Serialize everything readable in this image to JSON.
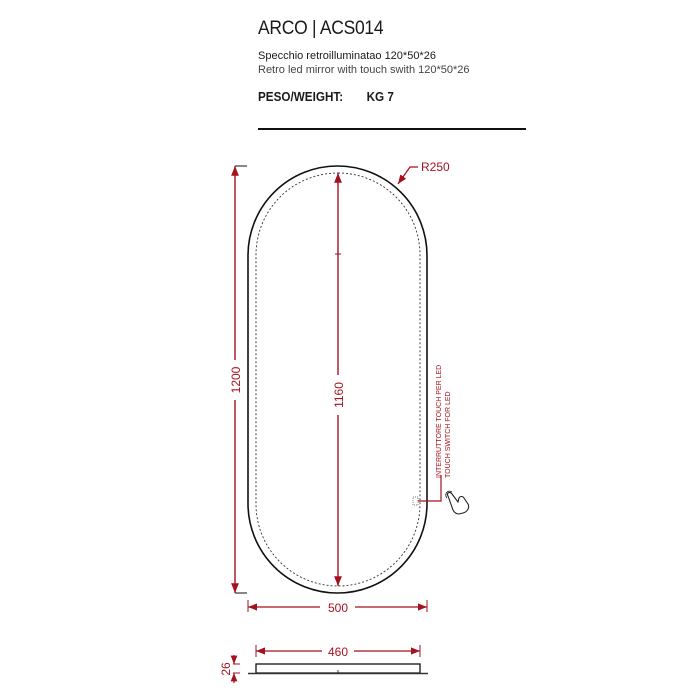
{
  "header": {
    "title": "ARCO | ACS014",
    "subtitle_it": "Specchio retroilluminatao   120*50*26",
    "subtitle_en": "Retro led mirror with touch swith 120*50*26",
    "weight_label": "PESO/WEIGHT:",
    "weight_value": "KG 7"
  },
  "drawing": {
    "colors": {
      "outline": "#111111",
      "dimension": "#a4121f"
    },
    "dimensions": {
      "overall_height": "1200",
      "inner_height": "1160",
      "overall_width": "500",
      "inner_width": "460",
      "depth": "26",
      "radius": "R250"
    },
    "notes": {
      "switch_it": "INTERRUTTORE TOUCH PER LED",
      "switch_en": "TOUCH SWITCH FOR LED"
    },
    "icons": {
      "touch": "touch-hand-icon"
    }
  }
}
